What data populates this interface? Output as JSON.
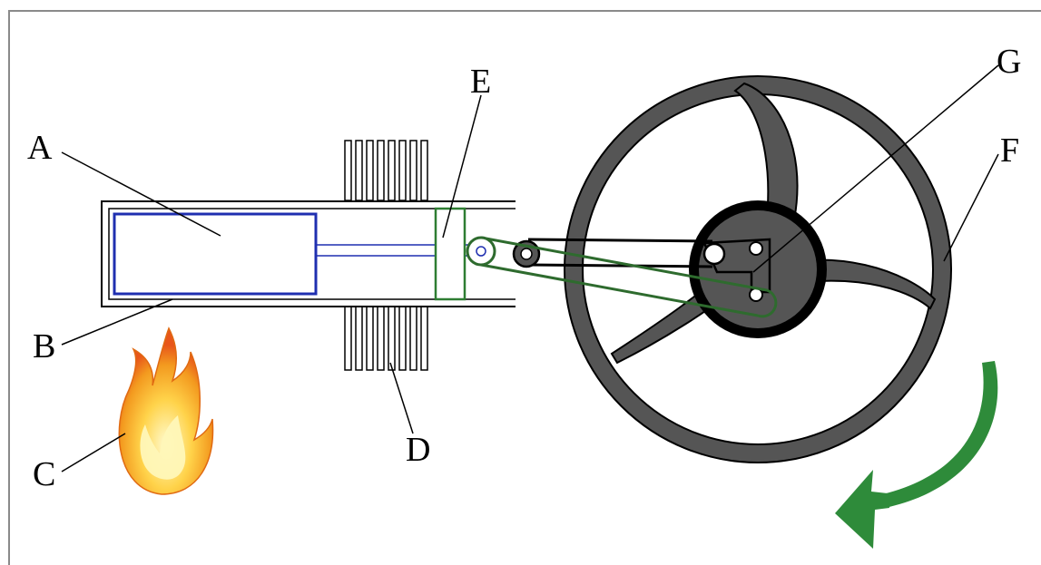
{
  "diagram": {
    "labels": {
      "a": "A",
      "b": "B",
      "c": "C",
      "d": "D",
      "e": "E",
      "f": "F",
      "g": "G"
    },
    "colors": {
      "frame": "#8a8a8a",
      "outline": "#000000",
      "displacer": "#1f2fb0",
      "power_piston": "#2e7d32",
      "linkage": "#2e6b2e",
      "flywheel": "#555555",
      "arrow": "#2e8b3a",
      "flame_outer": "#f5a623",
      "flame_inner": "#fff3a0"
    },
    "icons": {
      "flame": "flame-icon",
      "rotation_arrow": "rotation-arrow-icon"
    }
  }
}
